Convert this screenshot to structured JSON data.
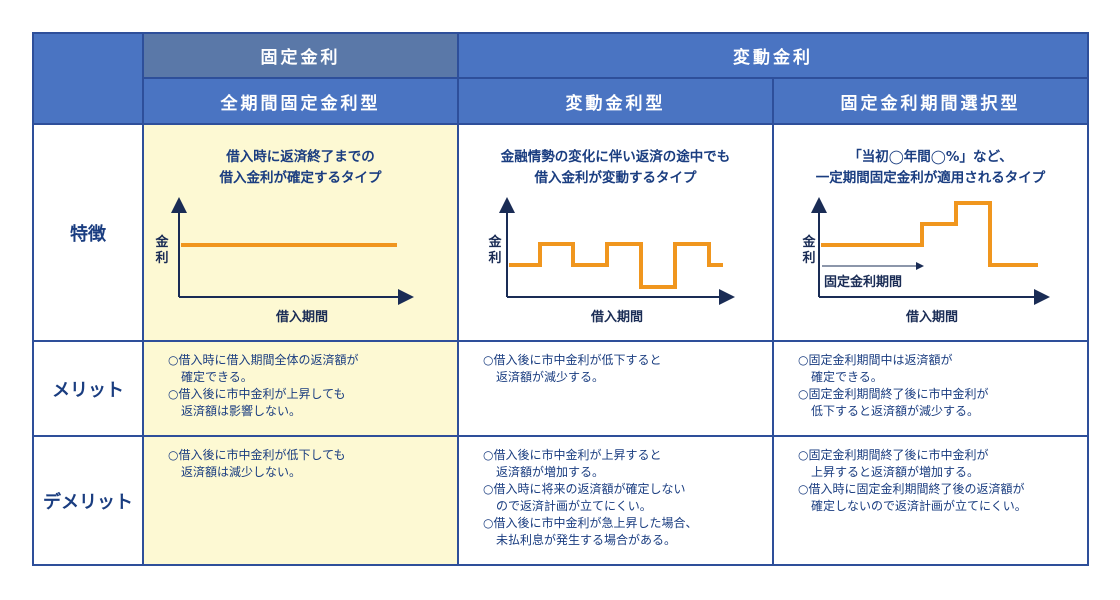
{
  "header": {
    "fixed_group": "固定金利",
    "variable_group": "変動金利",
    "col1": "全期間固定金利型",
    "col2": "変動金利型",
    "col3": "固定金利期間選択型"
  },
  "rows": {
    "features": "特徴",
    "merits": "メリット",
    "demerits": "デメリット"
  },
  "features": {
    "col1": {
      "line1": "借入時に返済終了までの",
      "line2": "借入金利が確定するタイプ"
    },
    "col2": {
      "line1": "金融情勢の変化に伴い返済の途中でも",
      "line2": "借入金利が変動するタイプ"
    },
    "col3": {
      "line1": "「当初◯年間◯%」など、",
      "line2": "一定期間固定金利が適用されるタイプ"
    }
  },
  "graph": {
    "ylabel_1": "金",
    "ylabel_2": "利",
    "xlabel": "借入期間",
    "fixed_period_label": "固定金利期間",
    "line_color": "#f0961e",
    "axis_color": "#1a2c55"
  },
  "merits": {
    "col1": [
      "借入時に借入期間全体の返済額が確定できる。",
      "借入後に市中金利が上昇しても返済額は影響しない。"
    ],
    "col2": [
      "借入後に市中金利が低下すると返済額が減少する。"
    ],
    "col3": [
      "固定金利期間中は返済額が確定できる。",
      "固定金利期間終了後に市中金利が低下すると返済額が減少する。"
    ]
  },
  "merit_lines": {
    "col1": [
      [
        "借入時に借入期間全体の返済額が",
        "確定できる。"
      ],
      [
        "借入後に市中金利が上昇しても",
        "返済額は影響しない。"
      ]
    ],
    "col2": [
      [
        "借入後に市中金利が低下すると",
        "返済額が減少する。"
      ]
    ],
    "col3": [
      [
        "固定金利期間中は返済額が",
        "確定できる。"
      ],
      [
        "固定金利期間終了後に市中金利が",
        "低下すると返済額が減少する。"
      ]
    ]
  },
  "demerit_lines": {
    "col1": [
      [
        "借入後に市中金利が低下しても",
        "返済額は減少しない。"
      ]
    ],
    "col2": [
      [
        "借入後に市中金利が上昇すると",
        "返済額が増加する。"
      ],
      [
        "借入時に将来の返済額が確定しない",
        "ので返済計画が立てにくい。"
      ],
      [
        "借入後に市中金利が急上昇した場合、",
        "未払利息が発生する場合がある。"
      ]
    ],
    "col3": [
      [
        "固定金利期間終了後に市中金利が",
        "上昇すると返済額が増加する。"
      ],
      [
        "借入時に固定金利期間終了後の返済額が",
        "確定しないので返済計画が立てにくい。"
      ]
    ]
  },
  "colors": {
    "header_blue": "#4a74c2",
    "header_fixed": "#5a78a8",
    "border": "#2e4f9a",
    "highlight_yellow": "#fdf9d3",
    "text_navy": "#1a3d80"
  }
}
